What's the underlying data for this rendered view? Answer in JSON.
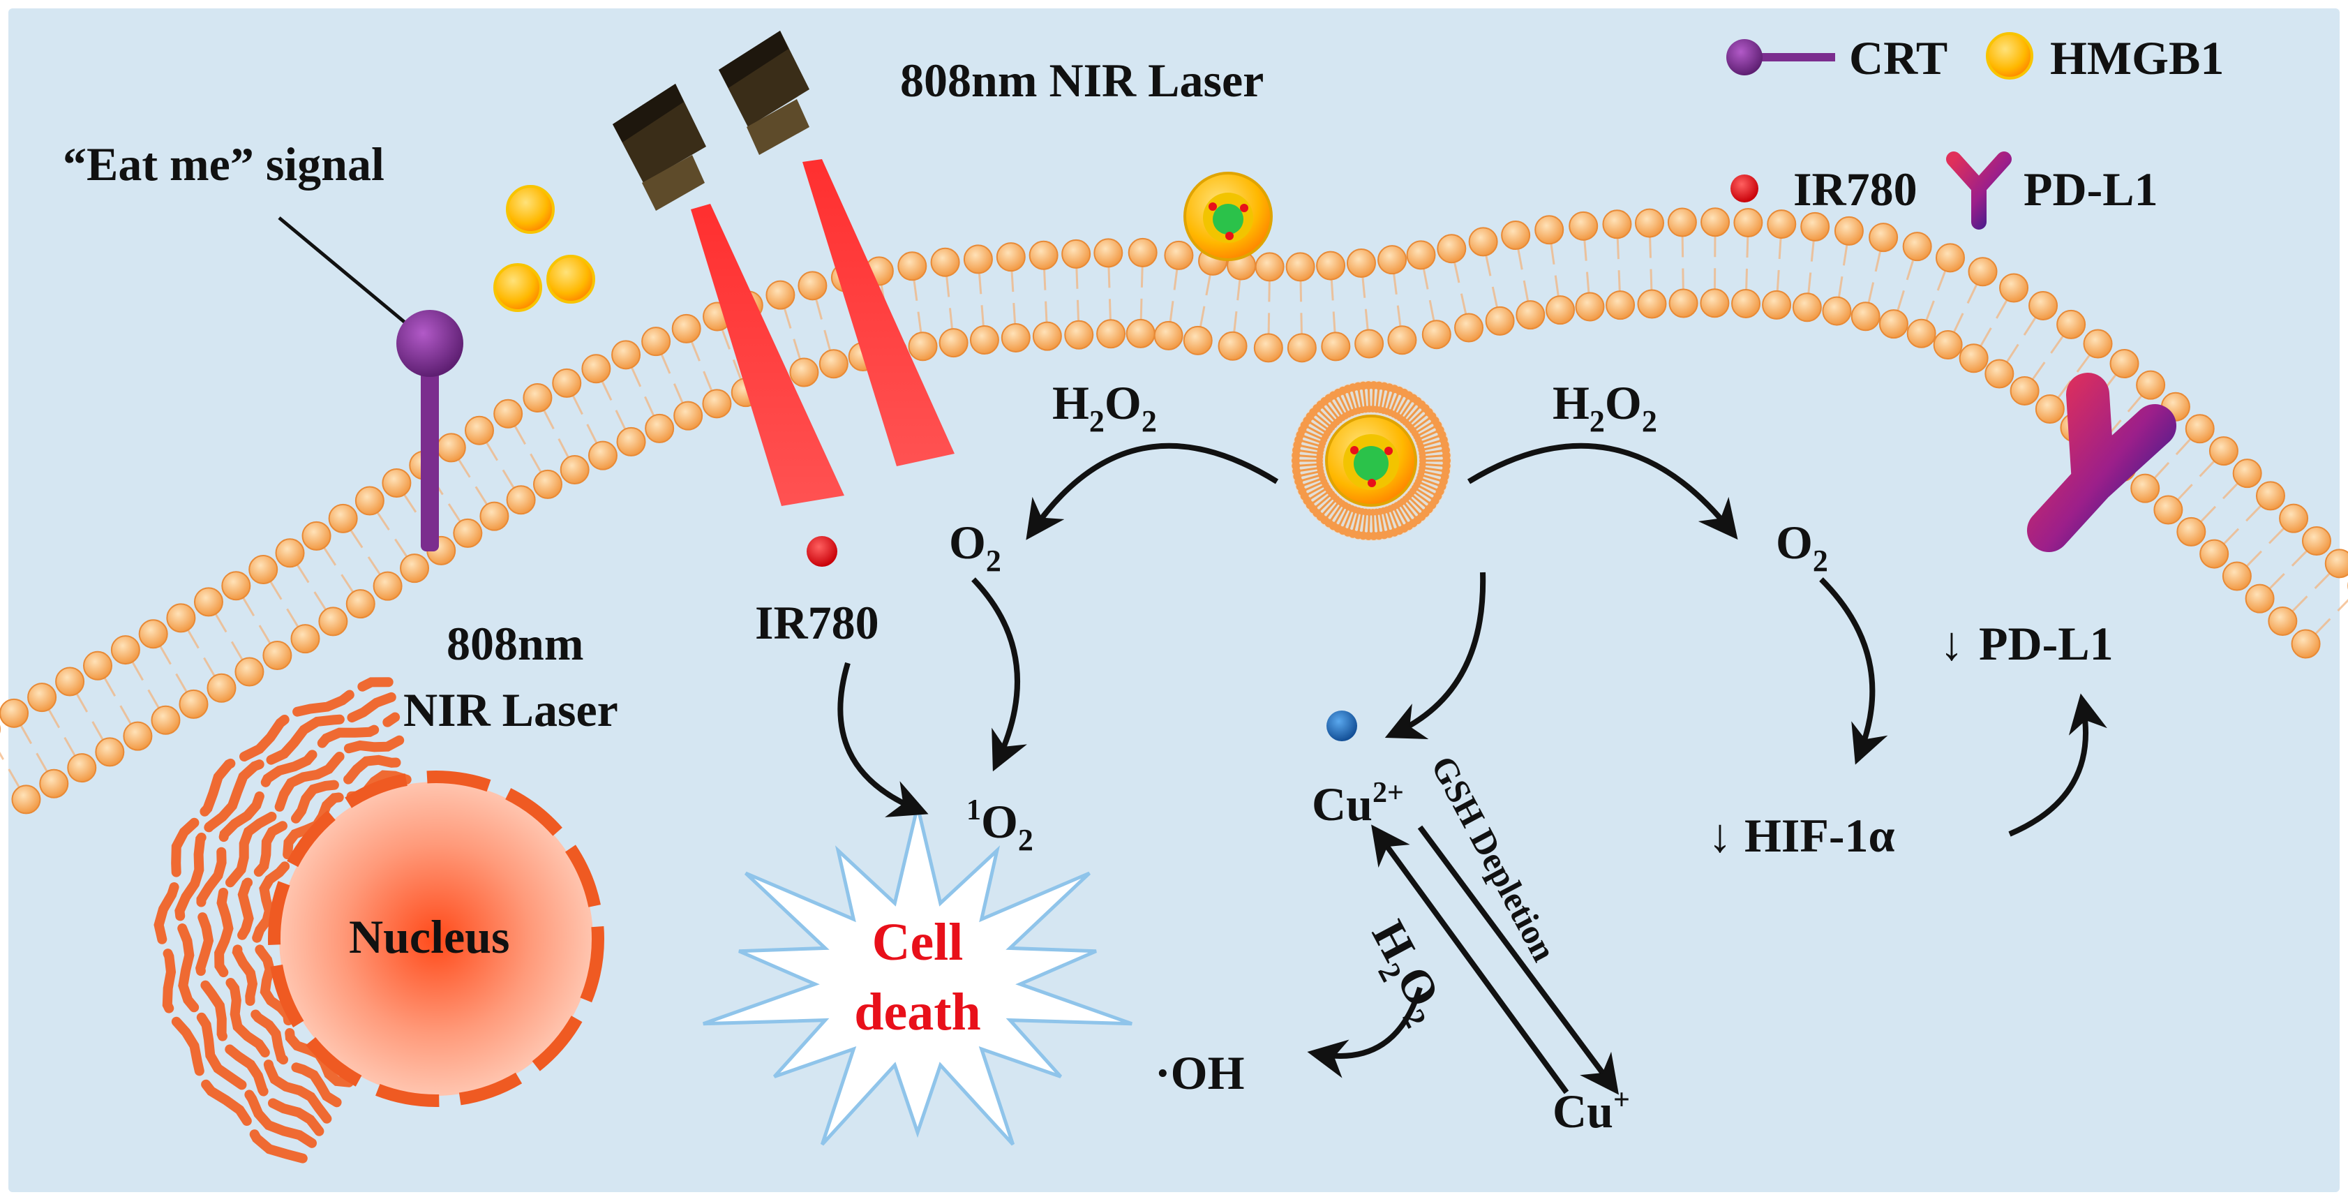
{
  "legend": {
    "crt": "CRT",
    "hmgb1": "HMGB1",
    "ir780": "IR780",
    "pdl1": "PD-L1"
  },
  "labels": {
    "laser_top": "808nm NIR Laser",
    "eat_me": "“Eat me” signal",
    "laser_bottom_line1": "808nm",
    "laser_bottom_line2": "NIR Laser",
    "nucleus": "Nucleus",
    "ir780": "IR780",
    "h2o2": "H",
    "h2o2_sub1": "2",
    "h2o2_mid": "O",
    "h2o2_sub2": "2",
    "o2": "O",
    "o2_sub": "2",
    "singlet_sup": "1",
    "singlet_o": "O",
    "singlet_sub": "2",
    "cell_death_line1": "Cell",
    "cell_death_line2": "death",
    "cu2": "Cu",
    "cu2_sup": "2+",
    "cu1": "Cu",
    "cu1_sup": "+",
    "gsh": "GSH Depletion",
    "oh": "·OH",
    "hif": "HIF-1α",
    "pdl1_down": "PD-L1",
    "down_arrow": "↓"
  },
  "colors": {
    "background": "#d5e6f2",
    "lipid_head": "#f5a85a",
    "lipid_head_light": "#ffd9a8",
    "crt": "#7b2d8e",
    "ir780": "#e8101a",
    "cu_dot": "#1f6fbf",
    "cell_death_text": "#e8101a",
    "laser_beam": "#ff4a4a",
    "laser_body": "#2a2216",
    "er": "#ef6a32"
  }
}
